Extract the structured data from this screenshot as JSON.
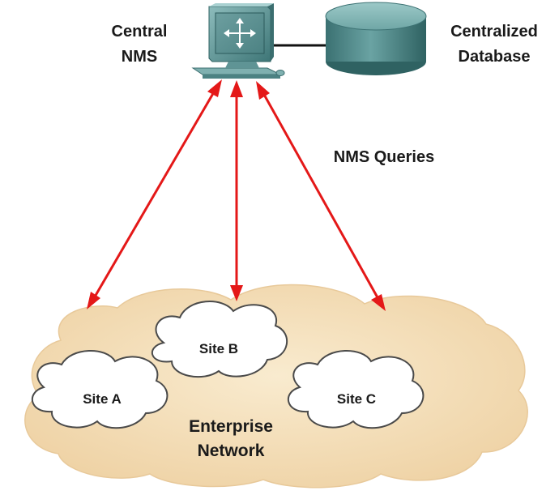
{
  "central_nms": {
    "line1": "Central",
    "line2": "NMS",
    "icon": "nms-workstation-icon"
  },
  "centralized_database": {
    "line1": "Centralized",
    "line2": "Database",
    "icon": "database-cylinder-icon"
  },
  "queries_label": "NMS Queries",
  "sites": {
    "a": "Site A",
    "b": "Site B",
    "c": "Site C"
  },
  "enterprise": {
    "line1": "Enterprise",
    "line2": "Network"
  },
  "colors": {
    "arrow": "#e41818",
    "cloud_fill": "#f3dcb4",
    "site_cloud_fill": "#ffffff",
    "device": "#5f9495",
    "database": "#4e8788"
  }
}
